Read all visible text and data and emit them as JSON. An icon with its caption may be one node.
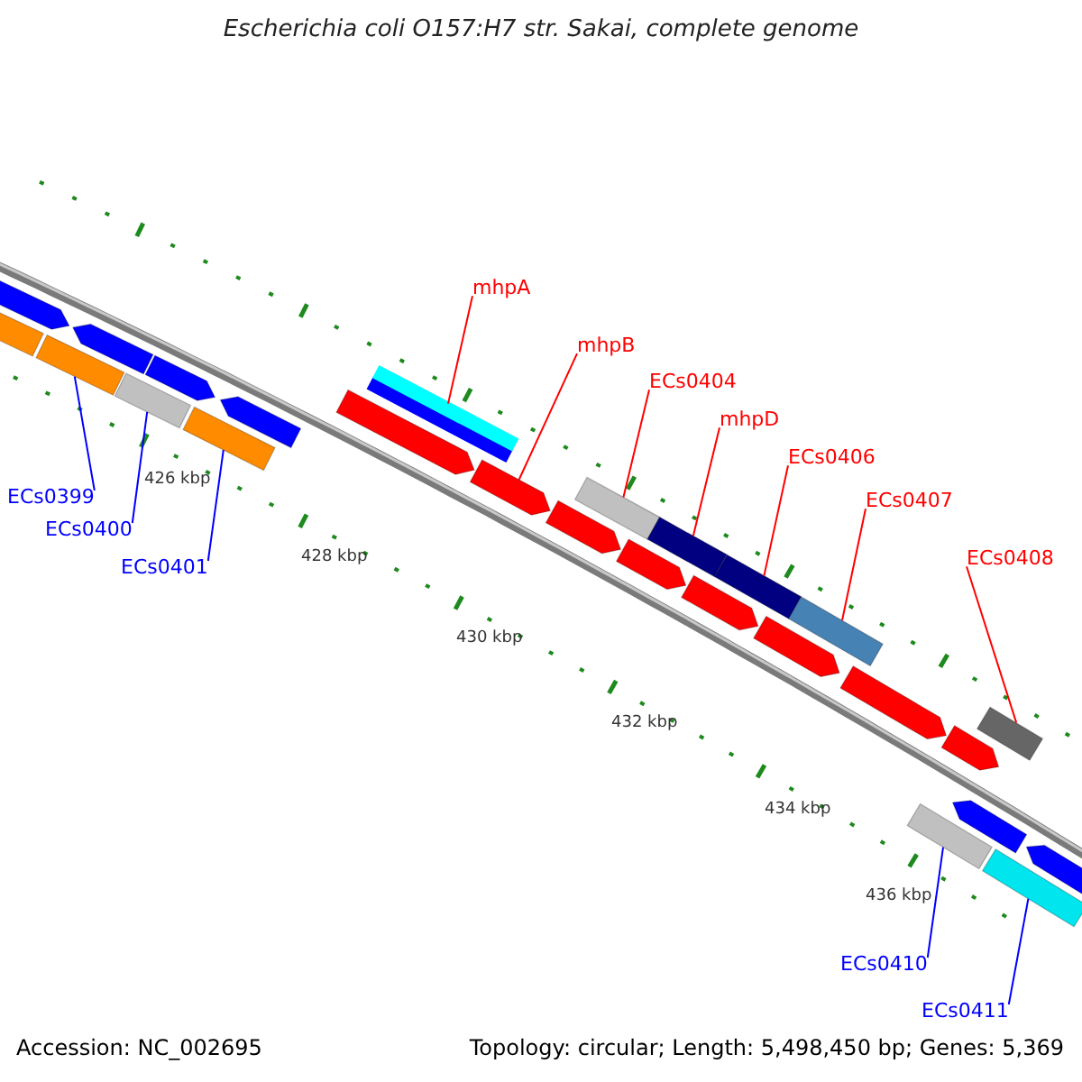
{
  "diagram": {
    "title": "Escherichia coli O157:H7 str. Sakai, complete genome",
    "nodes": [
      {
        "text": [
          "mhpA"
        ]
      },
      {
        "text": [
          "mhpB"
        ]
      },
      {
        "text": [
          "ECs0404"
        ]
      },
      {
        "text": [
          "mhpD"
        ]
      },
      {
        "text": [
          "ECs0406"
        ]
      },
      {
        "text": [
          "ECs0407"
        ]
      },
      {
        "text": [
          "ECs0408"
        ]
      },
      {
        "text": [
          "ECs0399"
        ]
      },
      {
        "text": [
          "ECs0400"
        ]
      },
      {
        "text": [
          "ECs0401"
        ]
      },
      {
        "text": [
          "ECs0410"
        ]
      },
      {
        "text": [
          "ECs0411"
        ]
      },
      {
        "text": [],
        "shape": "bar"
      },
      {
        "text": [],
        "shape": "arrow"
      },
      {
        "text": [],
        "shape": "bar"
      },
      {
        "text": [],
        "shape": "bar"
      },
      {
        "text": [],
        "shape": "bar"
      },
      {
        "text": [],
        "shape": "bar"
      },
      {
        "text": [],
        "shape": "bar"
      },
      {
        "text": [],
        "shape": "bar"
      },
      {
        "text": [],
        "shape": "bar"
      },
      {
        "text": [],
        "shape": "bar"
      },
      {
        "text": [],
        "shape": "bar"
      },
      {
        "text": [],
        "shape": "bar"
      },
      {
        "text": [],
        "shape": "bar"
      },
      {
        "text": [],
        "shape": "arrow"
      },
      {
        "text": [],
        "shape": "arrow"
      },
      {
        "text": [],
        "shape": "arrow"
      },
      {
        "text": [],
        "shape": "arrow"
      },
      {
        "text": [],
        "shape": "arrow"
      },
      {
        "text": [],
        "shape": "arrow"
      },
      {
        "text": [],
        "shape": "arrow"
      },
      {
        "text": [],
        "shape": "arrow"
      },
      {
        "text": [],
        "shape": "arrow"
      },
      {
        "text": [],
        "shape": "arrow"
      },
      {
        "text": [],
        "shape": "arrow"
      },
      {
        "text": [],
        "shape": "arrow"
      },
      {
        "text": [],
        "shape": "arrow"
      }
    ],
    "edges": [
      {
        "from": 0,
        "to": 12,
        "arrow": "none"
      },
      {
        "from": 1,
        "to": 13,
        "arrow": "none"
      },
      {
        "from": 2,
        "to": 14,
        "arrow": "none"
      },
      {
        "from": 3,
        "to": 15,
        "arrow": "none"
      },
      {
        "from": 4,
        "to": 16,
        "arrow": "none"
      },
      {
        "from": 5,
        "to": 17,
        "arrow": "none"
      },
      {
        "from": 6,
        "to": 18,
        "arrow": "none"
      },
      {
        "from": 7,
        "to": 19,
        "arrow": "none",
        "color": "#0000ff"
      },
      {
        "from": 8,
        "to": 20,
        "arrow": "none",
        "color": "#0000ff"
      },
      {
        "from": 9,
        "to": 21,
        "arrow": "none",
        "color": "#0000ff"
      },
      {
        "from": 10,
        "to": 22,
        "arrow": "none",
        "color": "#0000ff"
      },
      {
        "from": 11,
        "to": 23,
        "arrow": "none",
        "color": "#0000ff"
      }
    ],
    "labels": [
      "426 kbp",
      "428 kbp",
      "430 kbp",
      "432 kbp",
      "434 kbp",
      "436 kbp",
      "Accession: NC_002695",
      "Topology: circular; Length: 5,498,450 bp; Genes: 5,369"
    ]
  }
}
